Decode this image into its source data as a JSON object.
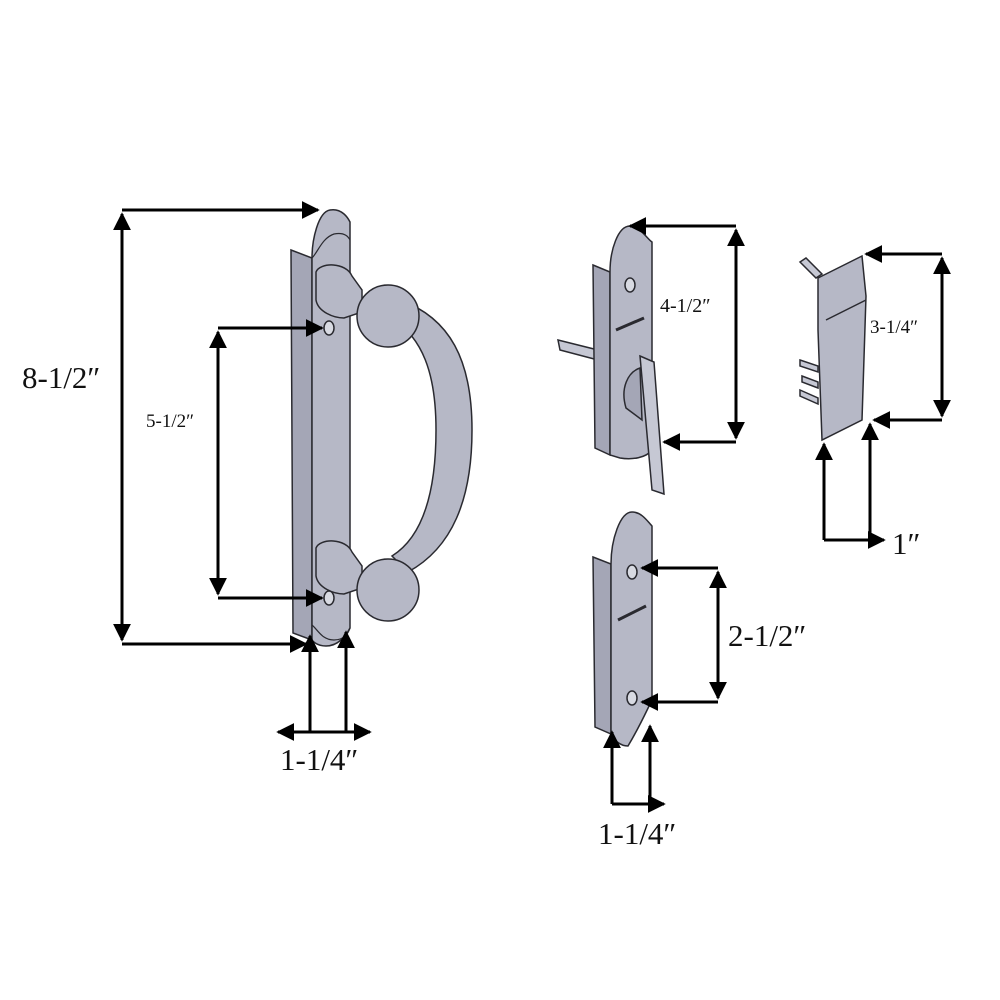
{
  "diagram": {
    "subject": "Sliding patio door handle set with dimensions",
    "colors": {
      "background": "#ffffff",
      "metal": "#b6b8c6",
      "outline": "#2a2a30",
      "dimension_lines": "#000000"
    },
    "parts": [
      {
        "name": "exterior-pull-handle",
        "dimensions": {
          "overall_height": "8-1/2″",
          "hole_spacing": "5-1/2″",
          "width": "1-1/4″"
        }
      },
      {
        "name": "interior-latch-handle",
        "dimensions": {
          "latch_height": "4-1/2″"
        }
      },
      {
        "name": "keeper-strike",
        "dimensions": {
          "height": "3-1/4″",
          "width": "1″"
        }
      },
      {
        "name": "mounting-plate",
        "dimensions": {
          "hole_spacing": "2-1/2″",
          "width": "1-1/4″"
        }
      }
    ]
  }
}
